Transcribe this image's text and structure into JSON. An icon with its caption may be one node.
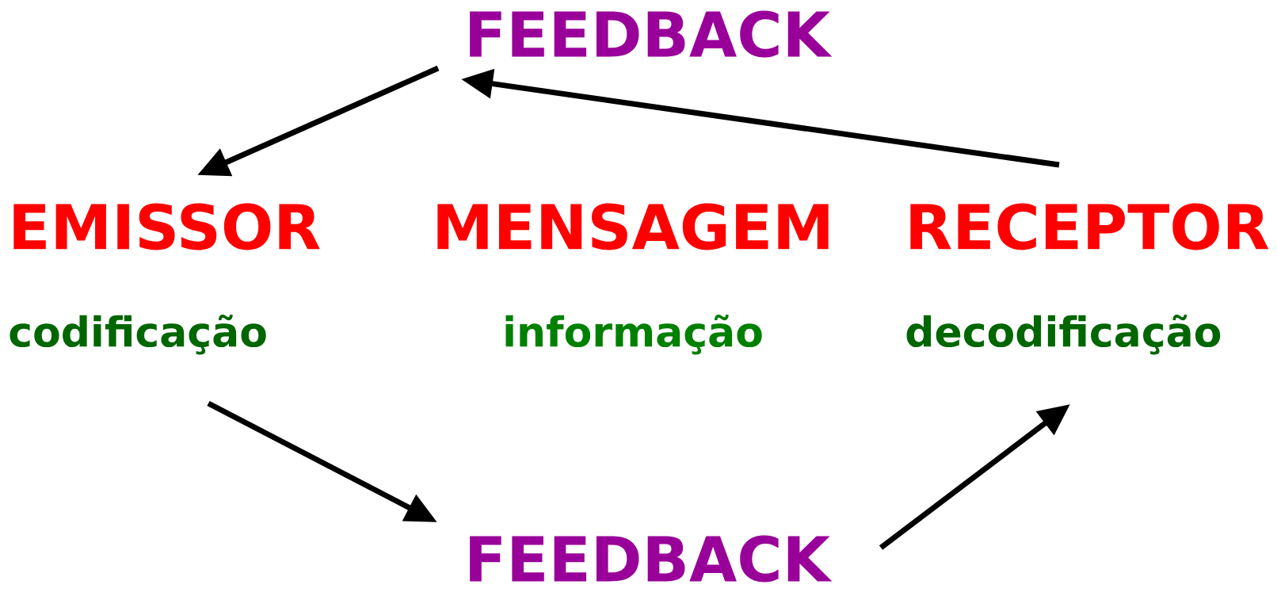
{
  "diagram": {
    "nodes": [
      {
        "text": [
          "FEEDBACK"
        ]
      },
      {
        "text": [
          "EMISSOR",
          "codificação"
        ]
      },
      {
        "text": [
          "MENSAGEM",
          "informação"
        ]
      },
      {
        "text": [
          "RECEPTOR",
          "decodificação"
        ]
      },
      {
        "text": [
          "FEEDBACK"
        ]
      }
    ],
    "edges": [
      {
        "from": 0,
        "to": 1,
        "arrow": "to"
      },
      {
        "from": 1,
        "to": 4,
        "arrow": "to"
      },
      {
        "from": 4,
        "to": 3,
        "arrow": "to"
      },
      {
        "from": 3,
        "to": 0,
        "arrow": "to"
      }
    ]
  }
}
